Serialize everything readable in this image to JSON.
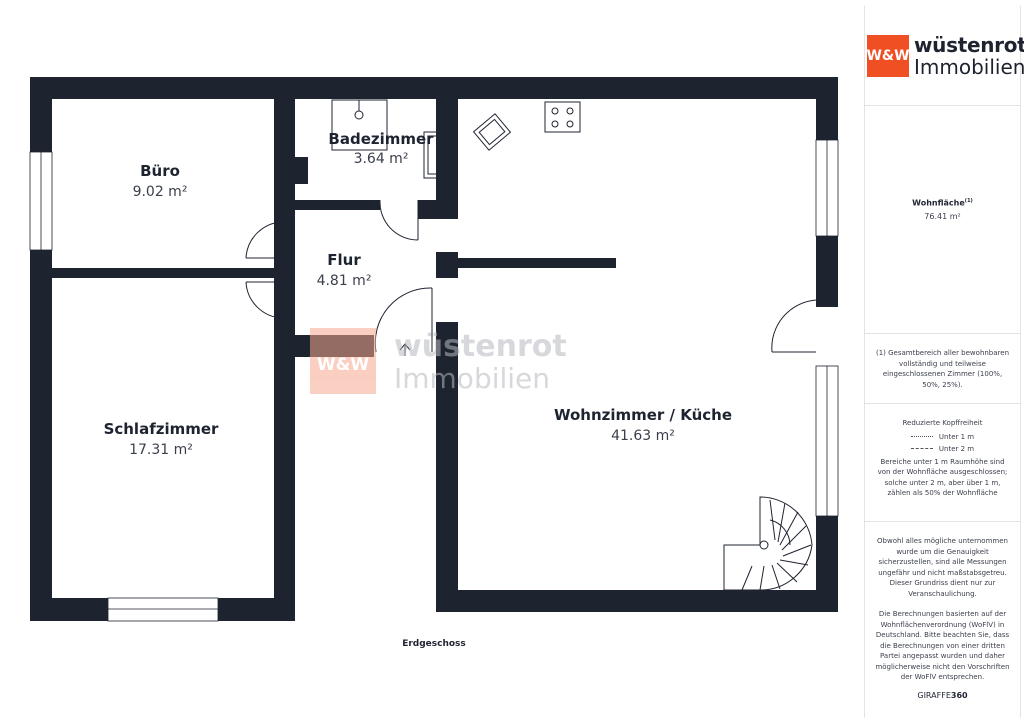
{
  "floor_label": "Erdgeschoss",
  "rooms": [
    {
      "name": "Büro",
      "area": "9.02 m²"
    },
    {
      "name": "Badezimmer",
      "area": "3.64 m²"
    },
    {
      "name": "Flur",
      "area": "4.81 m²"
    },
    {
      "name": "Schlafzimmer",
      "area": "17.31 m²"
    },
    {
      "name": "Wohnzimmer / Küche",
      "area": "41.63 m²"
    }
  ],
  "watermark": {
    "box": "W&W",
    "line1": "wüstenrot",
    "line2": "Immobilien"
  },
  "brand": {
    "box": "W&W",
    "line1": "wüstenrot",
    "line2": "Immobilien",
    "color": "#f04e23"
  },
  "colors": {
    "walls": "#1e2330",
    "accent": "#f04e23"
  },
  "sidebar": {
    "wohnflaeche_label": "Wohnfläche",
    "wohnflaeche_sup": "(1)",
    "wohnflaeche_value": "76.41 m²",
    "footnote": "(1) Gesamtbereich aller bewohnbaren vollständig und teilweise eingeschlossenen Zimmer (100%, 50%, 25%).",
    "legend_title": "Reduzierte Kopffreiheit",
    "legend_items": [
      {
        "label": "Unter 1 m",
        "style": "dotted"
      },
      {
        "label": "Unter 2 m",
        "style": "dashed"
      }
    ],
    "legend_note": "Bereiche unter 1 m Raumhöhe sind von der Wohnfläche ausgeschlossen; solche unter 2 m, aber über 1 m, zählen als 50% der Wohnfläche",
    "disclaimer1": "Obwohl alles mögliche unternommen wurde um die Genauigkeit sicherzustellen, sind alle Messungen ungefähr und nicht maßstabsgetreu. Dieser Grundriss dient nur zur Veranschaulichung.",
    "disclaimer2": "Die Berechnungen basierten auf der Wohnflächenverordnung (WoFlV) in Deutschland. Bitte beachten Sie, dass die Berechnungen von einer dritten Partei angepasst wurden und daher möglicherweise nicht den Vorschriften der WoFlV entsprechen.",
    "giraffe_a": "GIRAFFE",
    "giraffe_b": "360"
  }
}
